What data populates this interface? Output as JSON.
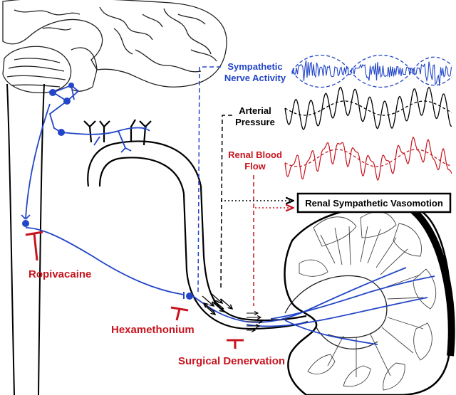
{
  "labels": {
    "sna_line1": "Sympathetic",
    "sna_line2": "Nerve Activity",
    "ap_line1": "Arterial",
    "ap_line2": "Pressure",
    "rbf_line1": "Renal Blood",
    "rbf_line2": "Flow",
    "outcome": "Renal Sympathetic Vasomotion",
    "ropivacaine": "Ropivacaine",
    "hexamethonium": "Hexamethonium",
    "surgical": "Surgical Denervation"
  },
  "colors": {
    "nerve_blue": "#2346c8",
    "blockade_red": "#c8141e",
    "ink": "#000000"
  }
}
